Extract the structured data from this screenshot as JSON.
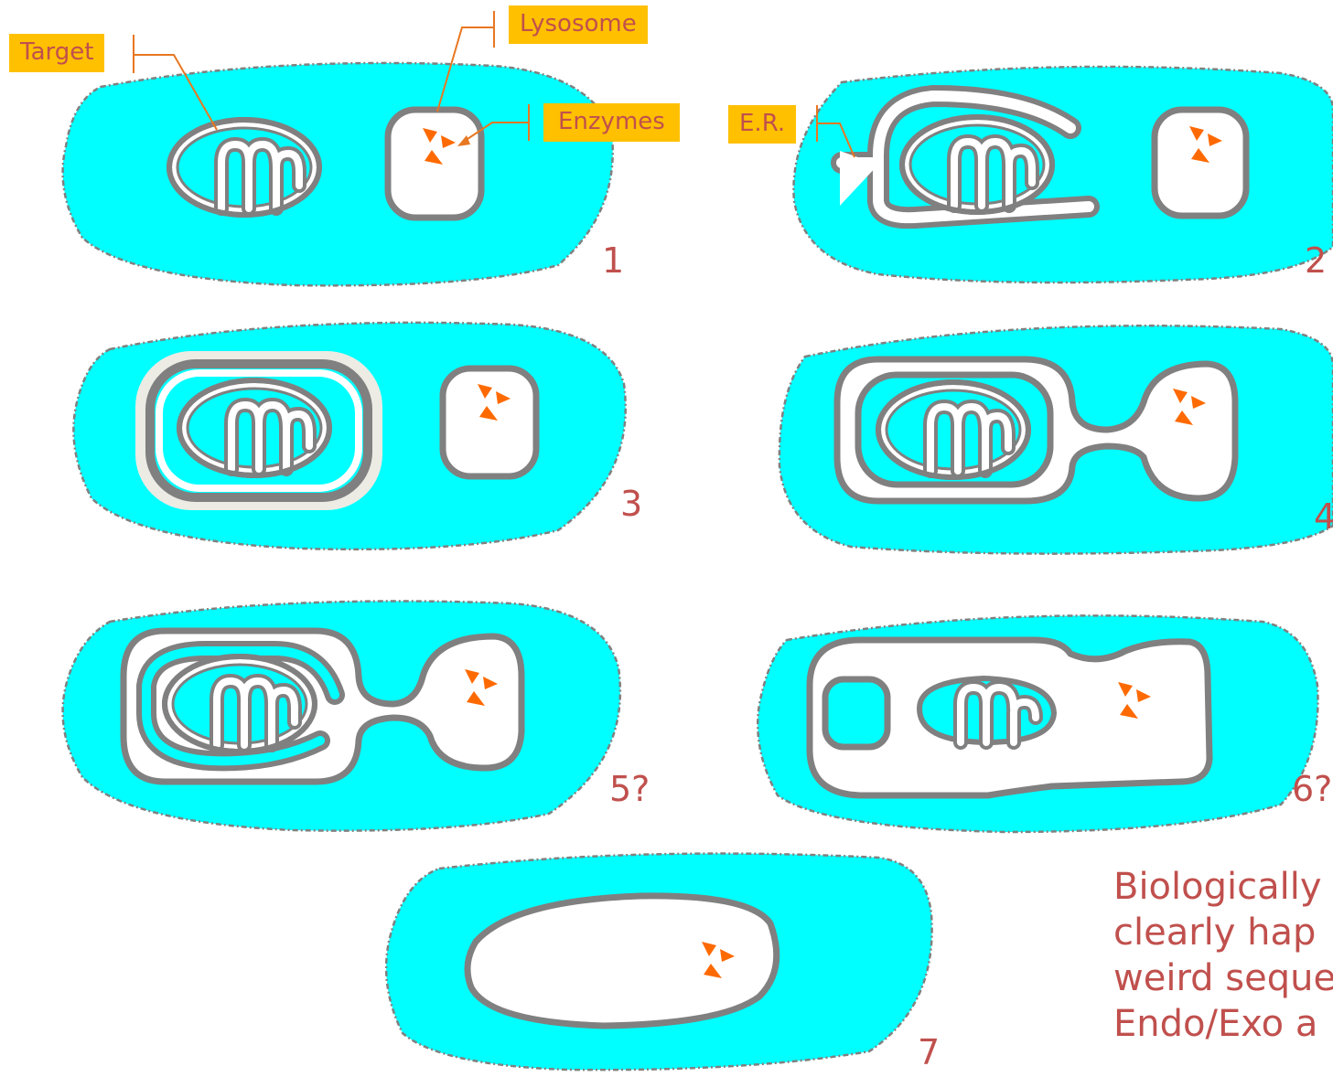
{
  "labels": {
    "target": "Target",
    "lysosome": "Lysosome",
    "enzymes": "Enzymes",
    "er": "E.R."
  },
  "steps": [
    "1",
    "2",
    "3",
    "4",
    "5?",
    "6?",
    "7"
  ],
  "note_lines": [
    "Biologically",
    "clearly hap",
    "weird seque",
    "Endo/Exo a"
  ],
  "colors": {
    "cytoplasm": "#00ffff",
    "membrane": "#808080",
    "enzyme": "#ff6a00",
    "label_fill": "#ffc000",
    "label_text": "#c0504d"
  }
}
